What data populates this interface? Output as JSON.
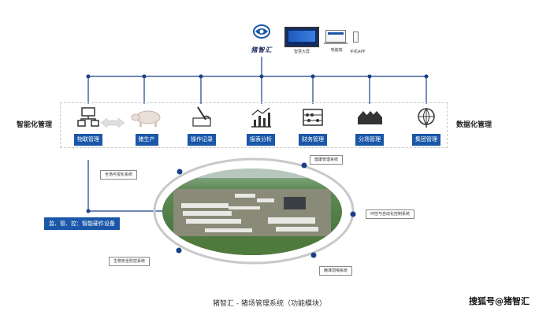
{
  "brand": {
    "name": "猪智汇"
  },
  "devices": [
    {
      "id": "big-screen",
      "label": "智慧大屏"
    },
    {
      "id": "pc",
      "label": "电脑端"
    },
    {
      "id": "mobile",
      "label": "手机APP"
    }
  ],
  "left_label": "智能化管理",
  "right_label": "数据化管理",
  "modules": [
    {
      "key": "iot",
      "label": "物联管理",
      "icon": "iot-network-icon"
    },
    {
      "key": "pig",
      "label": "猪生产",
      "icon": "pig-icon"
    },
    {
      "key": "record",
      "label": "操作记录",
      "icon": "hand-writing-icon"
    },
    {
      "key": "report",
      "label": "报表分析",
      "icon": "bar-chart-icon"
    },
    {
      "key": "finance",
      "label": "财务管理",
      "icon": "abacus-icon"
    },
    {
      "key": "site",
      "label": "分场管理",
      "icon": "barn-icon"
    },
    {
      "key": "group",
      "label": "集团管理",
      "icon": "globe-icon"
    }
  ],
  "hardware_label": "监、管、控：智能硬件设备",
  "systems": [
    {
      "key": "health",
      "label": "健康管理系统"
    },
    {
      "key": "visual",
      "label": "全场可视化系统"
    },
    {
      "key": "env",
      "label": "环控与自动化控制系统"
    },
    {
      "key": "biosec",
      "label": "生物安全防控系统"
    },
    {
      "key": "feed",
      "label": "精准饲喂系统"
    }
  ],
  "footer": "猪智汇 - 猪场管理系统（功能模块）",
  "watermark": "搜狐号@猪智汇"
}
